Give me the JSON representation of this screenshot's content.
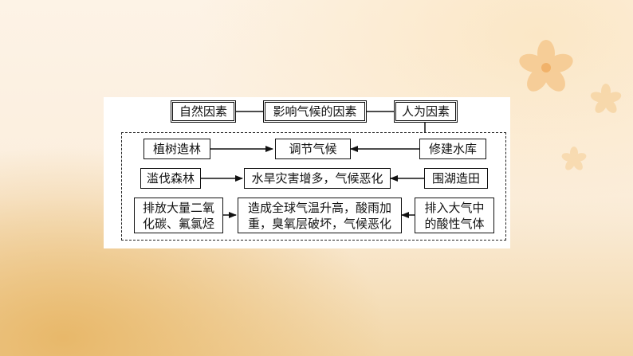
{
  "diagram": {
    "top": {
      "natural": "自然因素",
      "center": "影响气候的因素",
      "human": "人为因素"
    },
    "rows": [
      {
        "left": "植树造林",
        "middle": "调节气候",
        "right": "修建水库"
      },
      {
        "left": "滥伐森林",
        "middle": "水旱灾害增多，气候恶化",
        "right": "围湖造田"
      },
      {
        "left": "排放大量二氧\n化碳、氟氯烃",
        "middle": "造成全球气温升高，酸雨加\n重，臭氧层破坏，气候恶化",
        "right": "排入大气中\n的酸性气体"
      }
    ]
  },
  "colors": {
    "line": "#111111",
    "panel": "#ffffff"
  }
}
